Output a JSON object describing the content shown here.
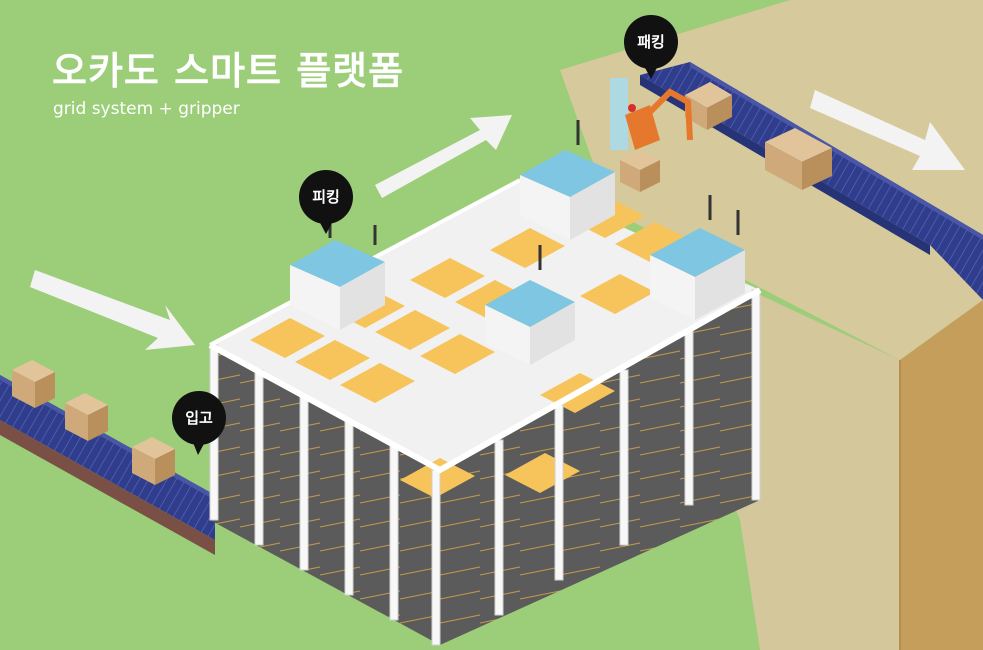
{
  "header": {
    "title": "오카도 스마트 플랫폼",
    "subtitle": "grid system + gripper"
  },
  "callouts": {
    "inbound": "입고",
    "picking": "피킹",
    "packing": "패킹"
  },
  "colors": {
    "background": "#9ccd78",
    "warehouse_top": "#d6c99c",
    "warehouse_side": "#c59e5c",
    "conveyor": "#2f3d8c",
    "grid_frame": "#f1f1f1",
    "bin": "#f6c45a",
    "storage_column": "#5b5b5b",
    "robot_top": "#7ec6e2",
    "robot_body": "#f4f4f4",
    "gripper_arm": "#e6782e",
    "box": "#d4b184",
    "callout": "#111111",
    "arrow": "#f3f3f3"
  }
}
